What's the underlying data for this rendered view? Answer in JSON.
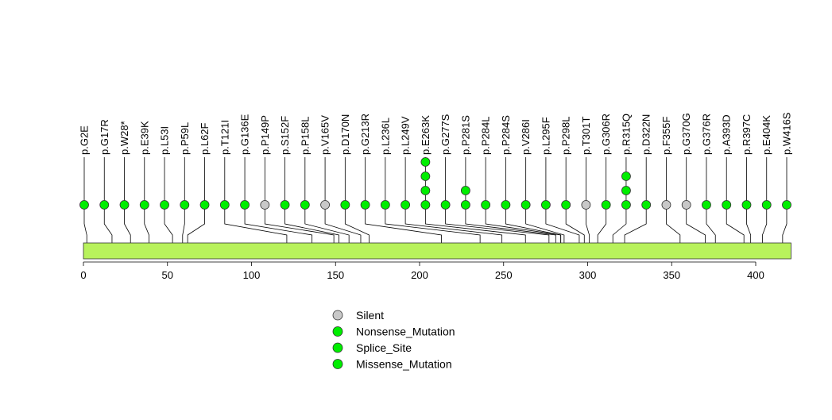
{
  "chart_data": {
    "type": "lollipop",
    "title": "",
    "protein_length": 421,
    "xlim": [
      0,
      421
    ],
    "x_ticks": [
      0,
      50,
      100,
      150,
      200,
      250,
      300,
      350,
      400
    ],
    "colors": {
      "silent": "#c8c8c8",
      "mutation": "#00ee00",
      "bar": "#b8f25c"
    },
    "legend": [
      {
        "label": "Silent",
        "type": "silent"
      },
      {
        "label": "Nonsense_Mutation",
        "type": "mutation"
      },
      {
        "label": "Splice_Site",
        "type": "mutation"
      },
      {
        "label": "Missense_Mutation",
        "type": "mutation"
      }
    ],
    "mutations": [
      {
        "label": "p.G2E",
        "pos": 2,
        "count": 1,
        "type": "mutation"
      },
      {
        "label": "p.G17R",
        "pos": 17,
        "count": 1,
        "type": "mutation"
      },
      {
        "label": "p.W28*",
        "pos": 28,
        "count": 1,
        "type": "mutation"
      },
      {
        "label": "p.E39K",
        "pos": 39,
        "count": 1,
        "type": "mutation"
      },
      {
        "label": "p.L53I",
        "pos": 53,
        "count": 1,
        "type": "mutation"
      },
      {
        "label": "p.P59L",
        "pos": 59,
        "count": 1,
        "type": "mutation"
      },
      {
        "label": "p.L62F",
        "pos": 62,
        "count": 1,
        "type": "mutation"
      },
      {
        "label": "p.T121I",
        "pos": 121,
        "count": 1,
        "type": "mutation"
      },
      {
        "label": "p.G136E",
        "pos": 136,
        "count": 1,
        "type": "mutation"
      },
      {
        "label": "p.P149P",
        "pos": 149,
        "count": 1,
        "type": "silent"
      },
      {
        "label": "p.S152F",
        "pos": 152,
        "count": 1,
        "type": "mutation"
      },
      {
        "label": "p.P158L",
        "pos": 158,
        "count": 1,
        "type": "mutation"
      },
      {
        "label": "p.V165V",
        "pos": 165,
        "count": 1,
        "type": "silent"
      },
      {
        "label": "p.D170N",
        "pos": 170,
        "count": 1,
        "type": "mutation"
      },
      {
        "label": "p.G213R",
        "pos": 213,
        "count": 1,
        "type": "mutation"
      },
      {
        "label": "p.L236L",
        "pos": 236,
        "count": 1,
        "type": "mutation"
      },
      {
        "label": "p.L249V",
        "pos": 249,
        "count": 1,
        "type": "mutation"
      },
      {
        "label": "p.E263K",
        "pos": 263,
        "count": 4,
        "type": "mutation"
      },
      {
        "label": "p.G277S",
        "pos": 277,
        "count": 1,
        "type": "mutation"
      },
      {
        "label": "p.P281S",
        "pos": 281,
        "count": 2,
        "type": "mutation"
      },
      {
        "label": "p.P284L",
        "pos": 284,
        "count": 1,
        "type": "mutation"
      },
      {
        "label": "p.P284S",
        "pos": 284,
        "count": 1,
        "type": "mutation"
      },
      {
        "label": "p.V286I",
        "pos": 286,
        "count": 1,
        "type": "mutation"
      },
      {
        "label": "p.L295F",
        "pos": 295,
        "count": 1,
        "type": "mutation"
      },
      {
        "label": "p.P298L",
        "pos": 298,
        "count": 1,
        "type": "mutation"
      },
      {
        "label": "p.T301T",
        "pos": 301,
        "count": 1,
        "type": "silent"
      },
      {
        "label": "p.G306R",
        "pos": 306,
        "count": 1,
        "type": "mutation"
      },
      {
        "label": "p.R315Q",
        "pos": 315,
        "count": 3,
        "type": "mutation"
      },
      {
        "label": "p.D322N",
        "pos": 322,
        "count": 1,
        "type": "mutation"
      },
      {
        "label": "p.F355F",
        "pos": 355,
        "count": 1,
        "type": "silent"
      },
      {
        "label": "p.G370G",
        "pos": 370,
        "count": 1,
        "type": "silent"
      },
      {
        "label": "p.G376R",
        "pos": 376,
        "count": 1,
        "type": "mutation"
      },
      {
        "label": "p.A393D",
        "pos": 393,
        "count": 1,
        "type": "mutation"
      },
      {
        "label": "p.R397C",
        "pos": 397,
        "count": 1,
        "type": "mutation"
      },
      {
        "label": "p.E404K",
        "pos": 404,
        "count": 1,
        "type": "mutation"
      },
      {
        "label": "p.W416S",
        "pos": 416,
        "count": 1,
        "type": "mutation"
      }
    ]
  }
}
